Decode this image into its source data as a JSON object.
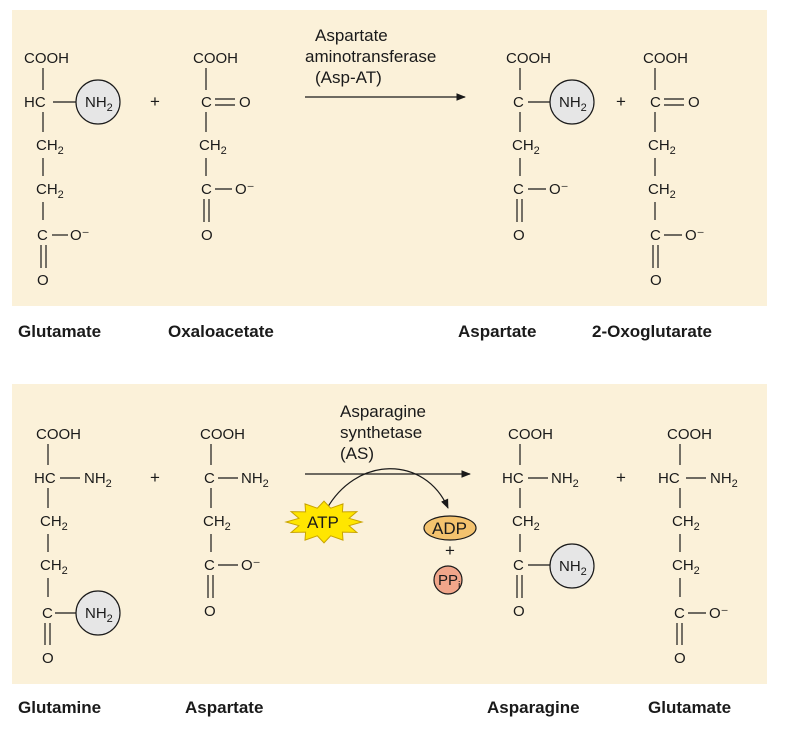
{
  "reaction1": {
    "enzyme_line1": "Aspartate",
    "enzyme_line2": "aminotransferase",
    "enzyme_line3": "(Asp-AT)",
    "labels": [
      "Glutamate",
      "Oxaloacetate",
      "Aspartate",
      "2-Oxoglutarate"
    ]
  },
  "reaction2": {
    "enzyme_line1": "Asparagine",
    "enzyme_line2": "synthetase",
    "enzyme_line3": "(AS)",
    "labels": [
      "Glutamine",
      "Aspartate",
      "Asparagine",
      "Glutamate"
    ],
    "cofactor_in": "ATP",
    "cofactor_out1": "ADP",
    "cofactor_out2": "PP",
    "cofactor_out2_sub": "i"
  },
  "chem": {
    "cooh": "COOH",
    "hc": "HC",
    "c": "C",
    "ch": "CH",
    "two": "2",
    "nh": "NH",
    "o": "O",
    "o_minus": "O⁻",
    "plus": "+"
  },
  "colors": {
    "panel": "#fbf1d9",
    "nh2_circle": "#e6e6e6",
    "atp_burst": "#ffe600",
    "adp_oval": "#f4c36e",
    "ppi_circle": "#f1a68a"
  }
}
